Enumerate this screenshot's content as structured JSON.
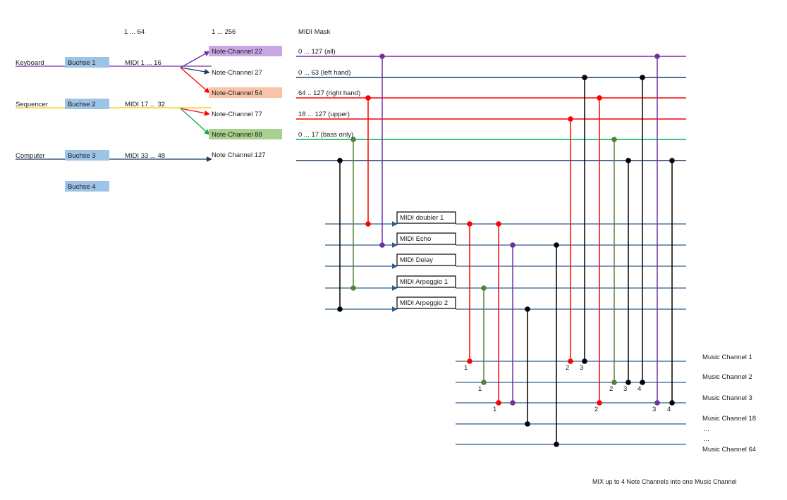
{
  "headers": {
    "range1": "1 ... 64",
    "range2": "1 ... 256",
    "mask": "MIDI Mask"
  },
  "inputs": [
    {
      "name": "Keyboard",
      "socket": "Buchse 1",
      "range": "MIDI 1 ... 16",
      "color": "#7030a0"
    },
    {
      "name": "Sequencer",
      "socket": "Buchse 2",
      "range": "MIDI 17 ... 32",
      "color": "#ffc000"
    },
    {
      "name": "Computer",
      "socket": "Buchse 3",
      "range": "MIDI 33 ... 48",
      "color": "#1f3864"
    },
    {
      "name": "",
      "socket": "Buchse 4",
      "range": "",
      "color": "#1f3864"
    }
  ],
  "note_channels": [
    {
      "label": "Note-Channel  22",
      "mask": "0 ... 127 (all)",
      "color": "#7030a0",
      "fill": "#c9a6e4",
      "source": 0
    },
    {
      "label": "Note-Channel  27",
      "mask": "0 ... 63 (left hand)",
      "color": "#1f3864",
      "fill": "",
      "source": 0
    },
    {
      "label": "Note-Channel  54",
      "mask": "64 .. 127 (right hand)",
      "color": "#ff0000",
      "fill": "#f8c4a8",
      "source": 0
    },
    {
      "label": "Note-Channel  77",
      "mask": "18 ... 127 (upper)",
      "color": "#ff0000",
      "fill": "",
      "source": 1
    },
    {
      "label": "Note-Channel  88",
      "mask": "0 ... 17 (bass only)",
      "color": "#00b050",
      "fill": "#a9d18e",
      "source": 1
    },
    {
      "label": "Note Channel 127",
      "mask": "",
      "color": "#1f3864",
      "fill": "",
      "source": 2
    }
  ],
  "effects": [
    "MIDI doubler 1",
    "MIDI Echo",
    "MIDI Delay",
    "MIDI Arpeggio 1",
    "MIDI Arpeggio 2"
  ],
  "music_channels": [
    {
      "label": "Music Channel 1"
    },
    {
      "label": "Music Channel 2"
    },
    {
      "label": "Music Channel 3"
    },
    {
      "label": "Music Channel 18"
    },
    {
      "label": "Music Channel 64"
    }
  ],
  "ellipsis": [
    "...",
    "..."
  ],
  "note_to_effect": [
    {
      "from_note": 5,
      "to_effect": 4,
      "color": "#000000"
    },
    {
      "from_note": 4,
      "to_effect": 3,
      "color": "#548235"
    },
    {
      "from_note": 2,
      "to_effect": 0,
      "color": "#ff0000"
    },
    {
      "from_note": 0,
      "to_effect": 1,
      "color": "#7030a0"
    }
  ],
  "effect_to_music": [
    {
      "from_effect": 0,
      "to_music": 0,
      "color": "#ff0000",
      "label": "1"
    },
    {
      "from_effect": 3,
      "to_music": 1,
      "color": "#548235",
      "label": "1"
    },
    {
      "from_effect": 0,
      "to_music": 2,
      "color": "#ff0000",
      "label": "1"
    },
    {
      "from_effect": 1,
      "to_music": 2,
      "color": "#7030a0",
      "label": ""
    },
    {
      "from_effect": 4,
      "to_music": 3,
      "color": "#000000",
      "label": ""
    },
    {
      "from_effect": 1,
      "to_music": 4,
      "color": "#000000",
      "label": ""
    }
  ],
  "note_to_music": [
    {
      "from_note": 3,
      "to_music": 0,
      "color": "#ff0000",
      "label": "2"
    },
    {
      "from_note": 1,
      "to_music": 0,
      "color": "#000000",
      "label": "3"
    },
    {
      "from_note": 2,
      "to_music": 2,
      "color": "#ff0000",
      "label": "2"
    },
    {
      "from_note": 4,
      "to_music": 1,
      "color": "#548235",
      "label": "2"
    },
    {
      "from_note": 5,
      "to_music": 1,
      "color": "#000000",
      "label": "3"
    },
    {
      "from_note": 1,
      "to_music": 1,
      "color": "#000000",
      "label": "4"
    },
    {
      "from_note": 0,
      "to_music": 2,
      "color": "#7030a0",
      "label": "3"
    },
    {
      "from_note": 5,
      "to_music": 2,
      "color": "#000000",
      "label": "4"
    }
  ],
  "footer": "MIX up to 4 Note Channels into one Music Channel",
  "colors": {
    "socket_fill": "#9dc3e6",
    "bus_line": "#2e5c8a",
    "dark": "#1f3864"
  }
}
